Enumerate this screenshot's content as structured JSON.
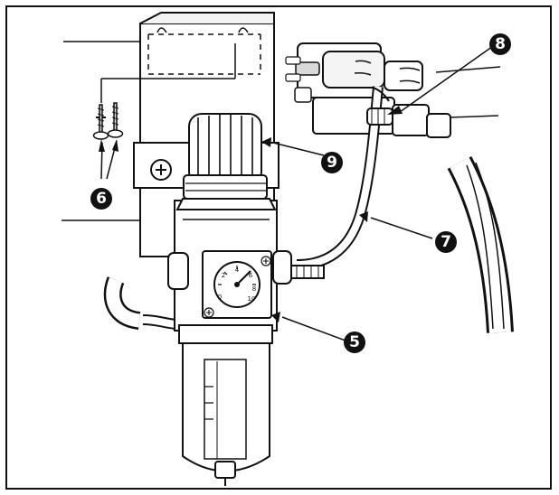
{
  "figure": {
    "callouts": [
      {
        "id": "callout-5",
        "label": "5"
      },
      {
        "id": "callout-6",
        "label": "6"
      },
      {
        "id": "callout-7",
        "label": "7"
      },
      {
        "id": "callout-8",
        "label": "8"
      },
      {
        "id": "callout-9",
        "label": "9"
      }
    ],
    "gauge": {
      "scale_labels": [
        "0",
        "2",
        "4",
        "6",
        "8",
        "10"
      ]
    },
    "colors": {
      "ink": "#111111",
      "paper": "#ffffff",
      "shade": "#d9d9d9",
      "mid": "#bdbdbd"
    }
  }
}
